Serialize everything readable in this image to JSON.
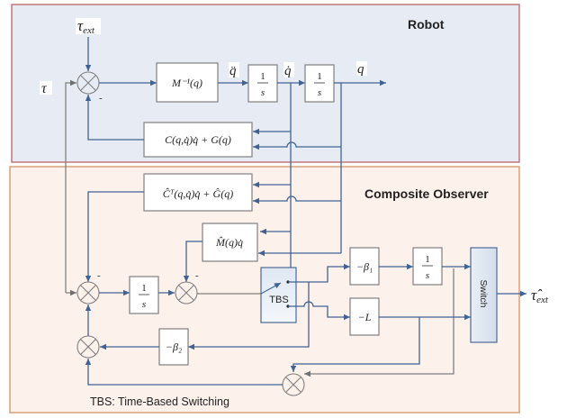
{
  "panels": {
    "robot": {
      "title": "Robot",
      "bg": "#e7ecf4",
      "border": "#c0787a"
    },
    "observer": {
      "title": "Composite Observer",
      "bg": "#fdf1ec",
      "border": "#d9a07a"
    }
  },
  "signals": {
    "tau_ext": "τ",
    "tau_ext_sub": "ext",
    "tau": "τ",
    "qddot": "q̈",
    "qdot": "q̇",
    "q": "q",
    "tau_ext_hat": "τ̂",
    "tau_ext_hat_sub": "ext"
  },
  "blocks": {
    "inv_mass": "M⁻¹(q)",
    "integrator": {
      "num": "1",
      "den": "s"
    },
    "coriolis_gravity": "C(q,q̇)q̇ + G(q)",
    "coriolis_gravity_hat": "Ĉᵀ(q,q̇)q̇ + Ĝ(q)",
    "momentum_hat": "M̂(q)q̇",
    "tbs": "TBS",
    "beta1": "−β₁",
    "beta2": "−β₂",
    "gain_L": "−L",
    "switch": "Switch"
  },
  "sum_signs": {
    "minus": "-"
  },
  "notes": {
    "tbs_legend": "TBS: Time-Based Switching"
  },
  "colors": {
    "wire": "#3f6494",
    "gray_wire": "#808080"
  }
}
